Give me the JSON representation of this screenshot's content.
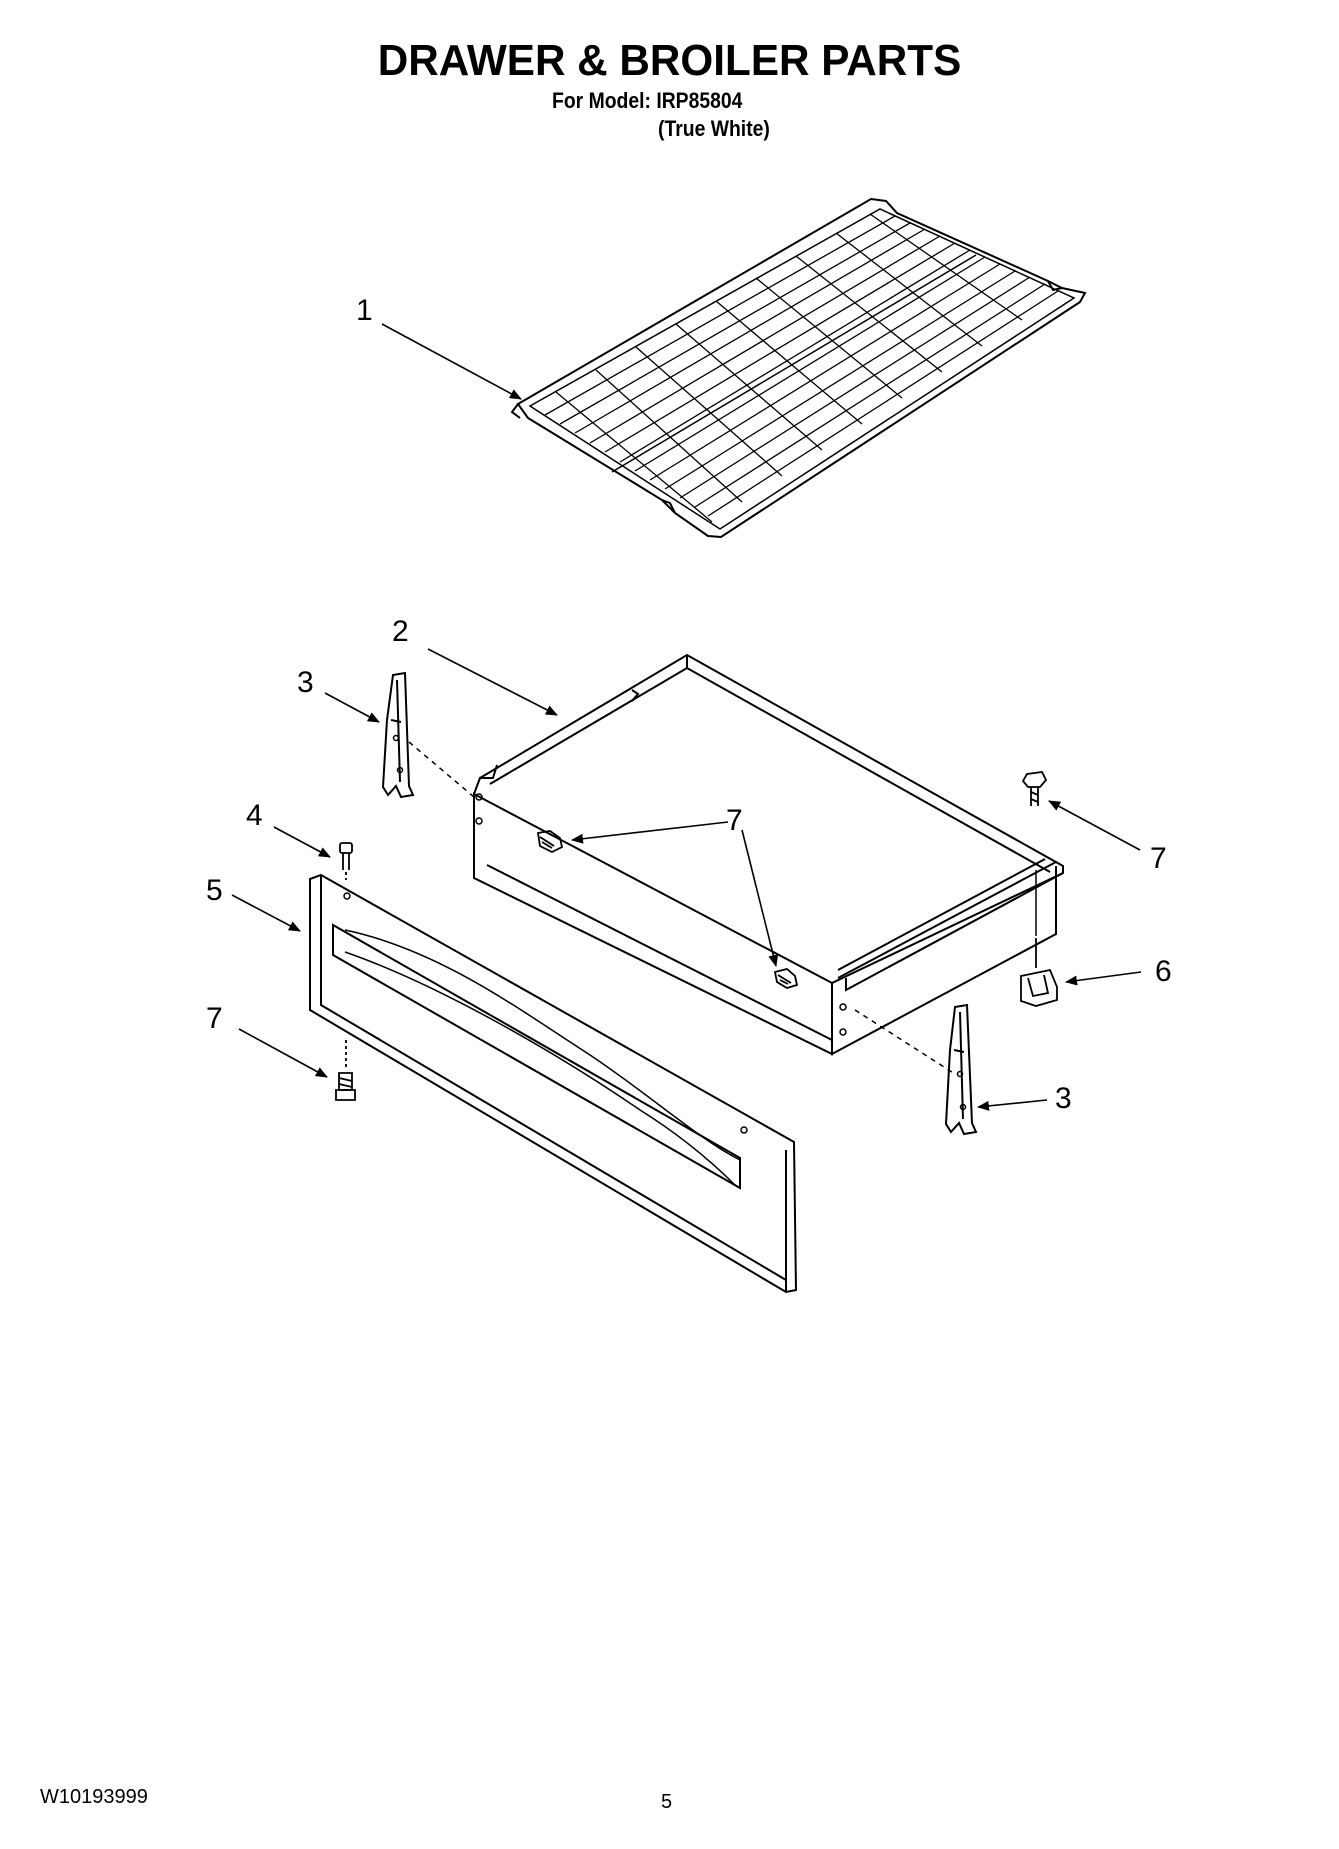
{
  "header": {
    "title": "DRAWER & BROILER PARTS",
    "model_line": "For Model: IRP85804",
    "color_line": "(True White)"
  },
  "callouts": {
    "c1": "1",
    "c2": "2",
    "c3a": "3",
    "c3b": "3",
    "c4": "4",
    "c5": "5",
    "c6": "6",
    "c7a": "7",
    "c7b": "7",
    "c7c": "7"
  },
  "footer": {
    "doc_number": "W10193999",
    "page_number": "5"
  }
}
